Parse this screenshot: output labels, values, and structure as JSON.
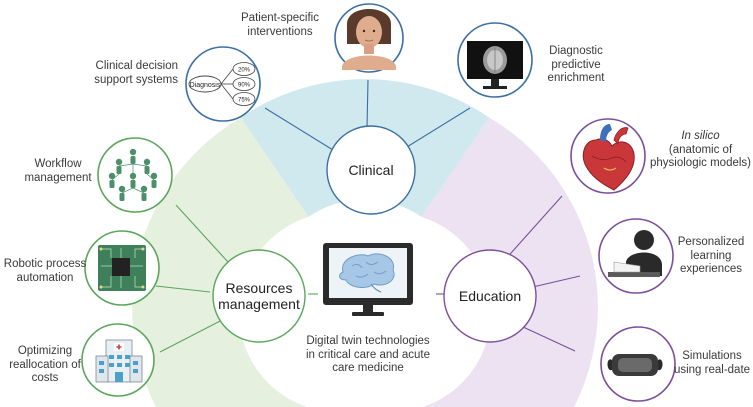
{
  "center": {
    "caption": [
      "Digital twin technologies",
      "in critical care and acute",
      "care medicine"
    ]
  },
  "hubs": {
    "clinical": "Clinical",
    "resources": [
      "Resources",
      "management"
    ],
    "education": "Education"
  },
  "clinical_items": {
    "patient": [
      "Patient-specific",
      "interventions"
    ],
    "decision": [
      "Clinical decision",
      "support systems"
    ],
    "diagnostic": [
      "Diagnostic",
      "predictive",
      "enrichment"
    ]
  },
  "resource_items": {
    "workflow": [
      "Workflow",
      "management"
    ],
    "robotic": [
      "Robotic process",
      "automation"
    ],
    "costs": [
      "Optimizing",
      "reallocation of",
      "costs"
    ]
  },
  "education_items": {
    "insilico_title": "In silico",
    "insilico": [
      "(anatomic of",
      "physiologic models)"
    ],
    "learning": [
      "Personalized",
      "learning",
      "experiences"
    ],
    "simulations": [
      "Simulations",
      "using real-date"
    ]
  },
  "decision_icon": {
    "center_label": "Diagnosis",
    "percents": [
      "20%",
      "90%",
      "75%"
    ]
  },
  "colors": {
    "clinical_band": "#cfe9ef",
    "resources_band": "#e6f0df",
    "education_band": "#ece2f1",
    "clinical_accent": "#3b6ea5",
    "resources_accent": "#5aa65a",
    "education_accent": "#7b4f9b"
  }
}
